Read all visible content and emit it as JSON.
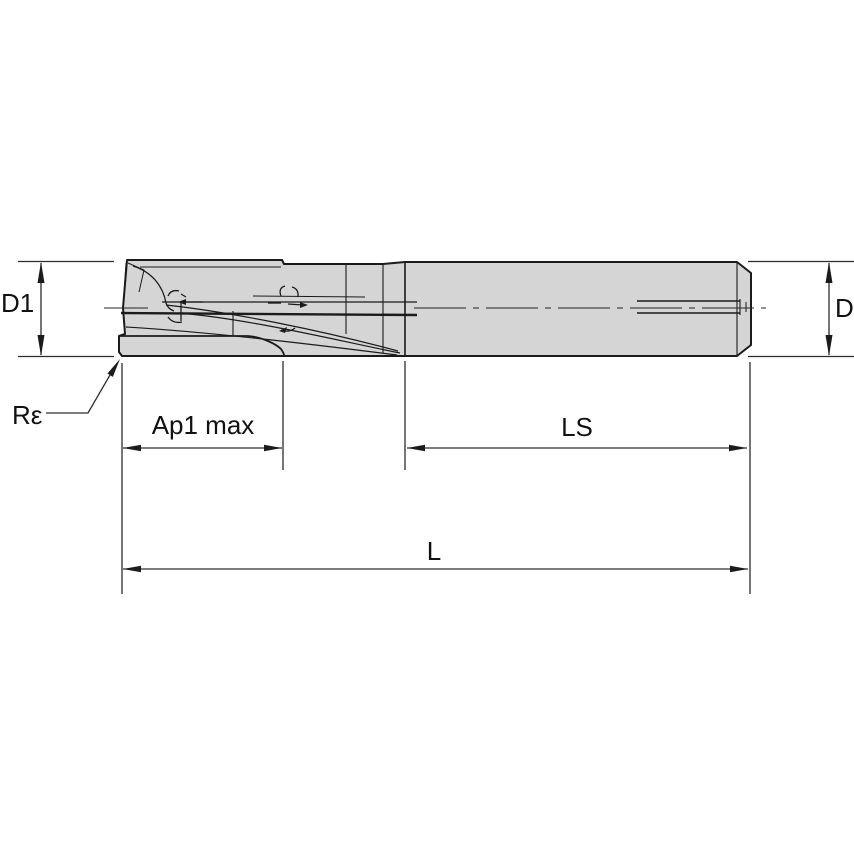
{
  "drawing": {
    "type": "technical-dimension-drawing",
    "subject": "indexable end mill, side view with dimension callouts",
    "labels": {
      "d1": "D1",
      "d": "D",
      "corner_radius": "Rε",
      "ap1_max": "Ap1 max",
      "ls": "LS",
      "l": "L"
    },
    "colors": {
      "background": "#ffffff",
      "tool_fill": "#d5d5d5",
      "outline": "#1b1b1b",
      "dimension_lines": "#2d2d2d",
      "text": "#111111"
    }
  }
}
